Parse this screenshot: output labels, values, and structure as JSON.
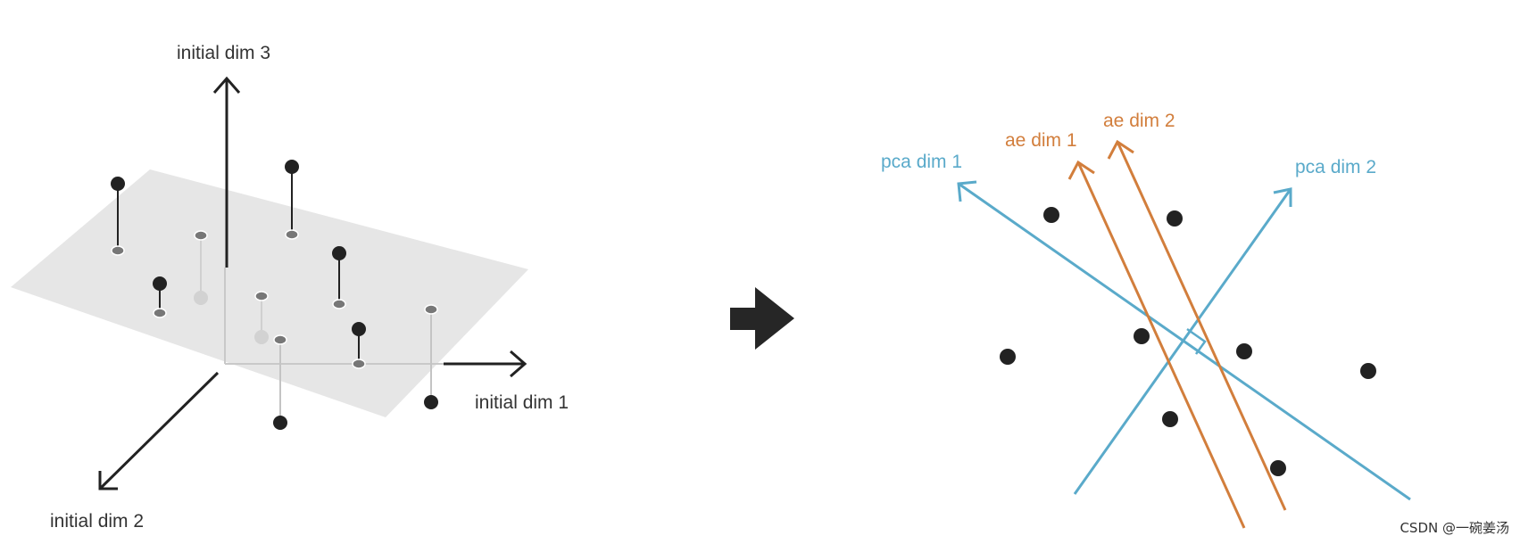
{
  "left_panel": {
    "labels": {
      "dim1": "initial dim 1",
      "dim2": "initial dim 2",
      "dim3": "initial dim 3"
    }
  },
  "transition": {
    "icon": "right-arrow-icon"
  },
  "right_panel": {
    "labels": {
      "pca1": "pca dim 1",
      "pca2": "pca dim 2",
      "ae1": "ae dim 1",
      "ae2": "ae dim 2"
    }
  },
  "colors": {
    "axis": "#222222",
    "point": "#222222",
    "plane": "#e6e6e6",
    "pca": "#5aaaca",
    "ae": "#d27e3c",
    "text": "#333333"
  },
  "watermark": "CSDN @一碗姜汤"
}
